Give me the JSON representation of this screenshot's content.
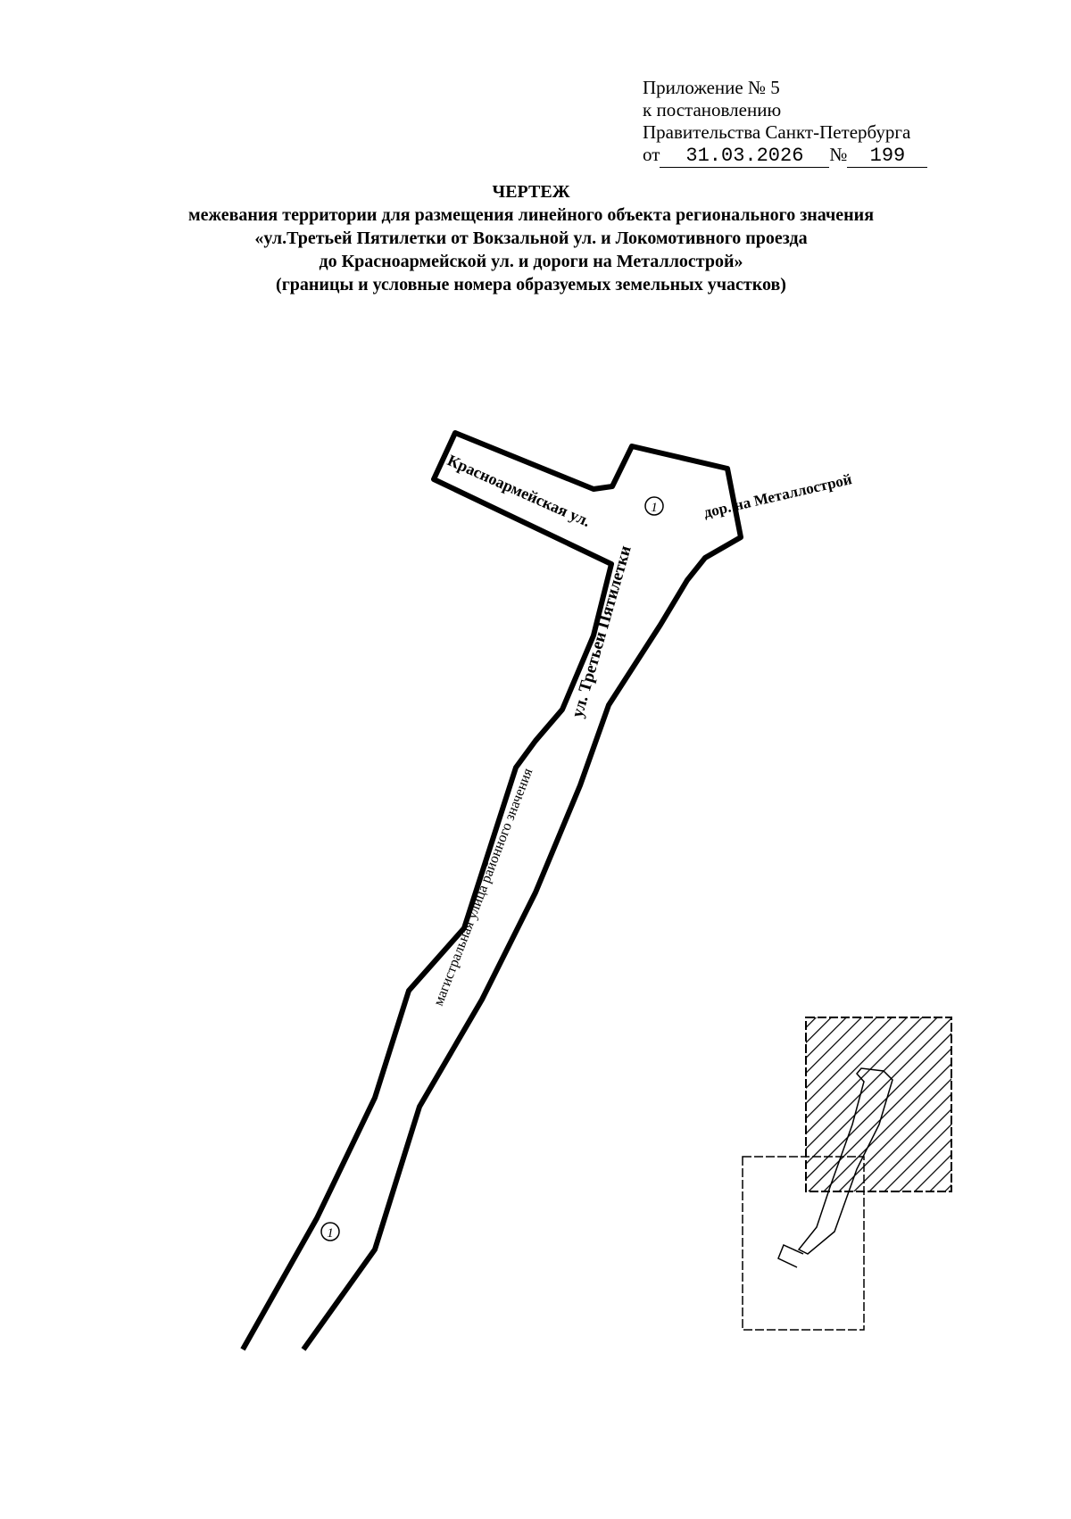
{
  "header": {
    "appendix_line": "Приложение № 5",
    "to_resolution": "к постановлению",
    "government": "Правительства Санкт-Петербурга",
    "date_prefix": "от",
    "date": "31.03.2026",
    "number_prefix": "№",
    "number": "199"
  },
  "title": {
    "heading": "ЧЕРТЕЖ",
    "line1": "межевания территории для размещения линейного объекта  регионального значения",
    "line2": "«ул.Третьей Пятилетки от Вокзальной ул. и Локомотивного проезда",
    "line3": "до Красноармейской ул. и дороги на Металлострой»",
    "line4": "(границы и условные номера образуемых земельных участков)"
  },
  "map": {
    "labels": {
      "krasnoarmeyskaya": "Красноармейская ул.",
      "metallostroy": "дор. на Металлострой",
      "tretey_pyatiletki": "ул. Третьей Пятилетки",
      "road_class": "магистральная улица районного значения"
    },
    "parcel_number": "1",
    "colors": {
      "line": "#000000",
      "background": "#ffffff"
    }
  }
}
